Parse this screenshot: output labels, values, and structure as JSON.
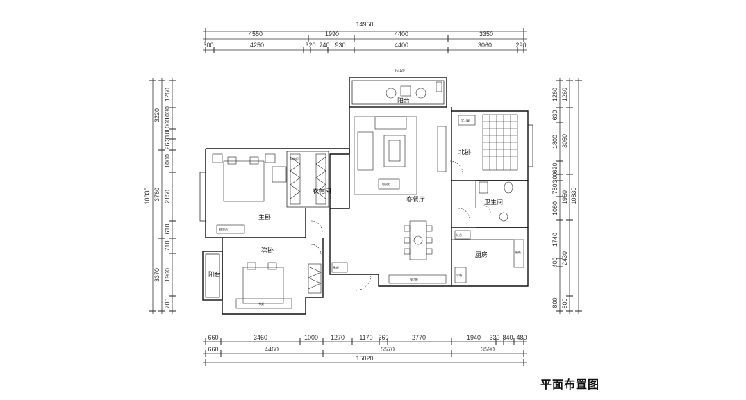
{
  "title": "平面布置图",
  "top_dims": {
    "overall": "14950",
    "row1": [
      "4550",
      "1990",
      "4400",
      "3350"
    ],
    "row2": [
      "300",
      "4250",
      "320",
      "740",
      "930",
      "4400",
      "3060",
      "290"
    ]
  },
  "bottom_dims": {
    "row1": [
      "660",
      "3460",
      "1000",
      "1270",
      "1170",
      "360",
      "2770",
      "1940",
      "330",
      "840",
      "480"
    ],
    "row2": [
      "660",
      "4460",
      "5570",
      "3590"
    ],
    "overall": "15020"
  },
  "left_dims": {
    "overall": "10830",
    "row1": [
      "3220",
      "3760",
      "3370"
    ],
    "row2": [
      "1260",
      "1030",
      "1060",
      "310",
      "260",
      "1000",
      "2150",
      "610",
      "710",
      "1960",
      "700"
    ]
  },
  "right_dims": {
    "overall": "10830",
    "row1": [
      "1260",
      "630",
      "1800",
      "620",
      "300",
      "750",
      "1080",
      "1740",
      "400",
      "800"
    ],
    "row2": [
      "1260",
      "3050",
      "1960",
      "2430",
      "800"
    ]
  },
  "rooms": {
    "balcony_top": "阳台",
    "living_dining": "客餐厅",
    "north_bedroom": "北卧",
    "master_bedroom": "主卧",
    "walk_in_closet": "衣帽间",
    "second_bedroom": "次卧",
    "balcony_left": "阳台",
    "bathroom": "卫生间",
    "kitchen": "厨房"
  },
  "annotations": {
    "tg_mark": "TG:120",
    "study_desk": "学习桌",
    "tv_cabinet": "电视柜",
    "shoe_cabinet": "鞋柜",
    "dressing_table": "梳妆台",
    "desk": "书桌",
    "fridge": "冰箱",
    "cabinet": "餐边柜",
    "sink_cabinet": "橱柜",
    "stove": "灶台",
    "storage": "储物柜"
  }
}
